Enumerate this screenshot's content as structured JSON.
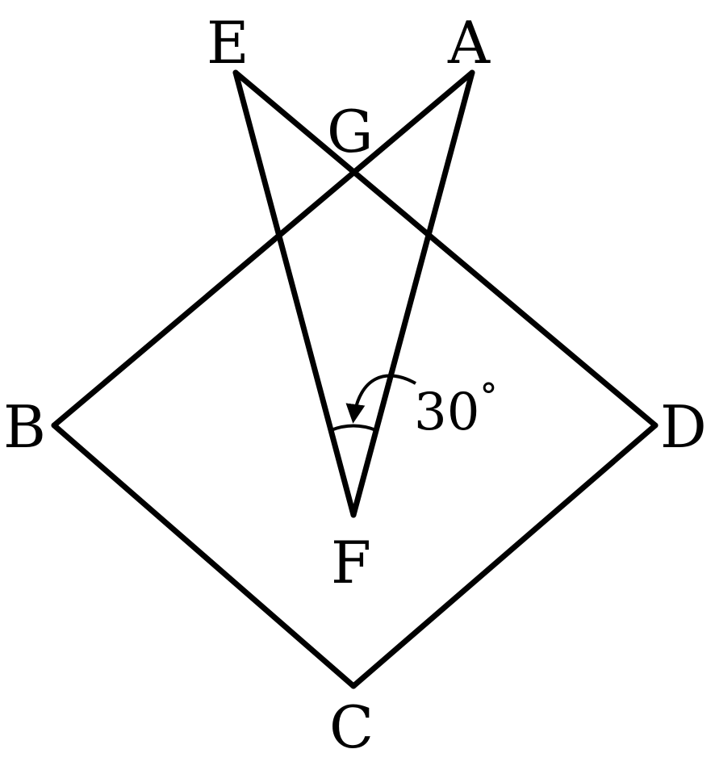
{
  "points": {
    "A": "A",
    "B": "B",
    "C": "C",
    "D": "D",
    "E": "E",
    "F": "F",
    "G": "G"
  },
  "angle": {
    "value": "30",
    "unit": "°"
  },
  "segments": [
    "AB",
    "BC",
    "CD",
    "DE",
    "EF",
    "FA"
  ]
}
